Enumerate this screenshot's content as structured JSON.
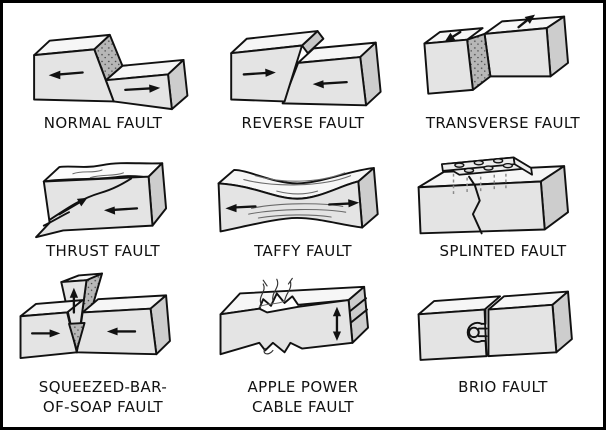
{
  "comic": {
    "type": "fault-diagram-grid",
    "rows": 3,
    "cols": 3
  },
  "panels": [
    {
      "id": "normal-fault",
      "lines": [
        "NORMAL FAULT"
      ]
    },
    {
      "id": "reverse-fault",
      "lines": [
        "REVERSE FAULT"
      ]
    },
    {
      "id": "transverse-fault",
      "lines": [
        "TRANSVERSE FAULT"
      ]
    },
    {
      "id": "thrust-fault",
      "lines": [
        "THRUST FAULT"
      ]
    },
    {
      "id": "taffy-fault",
      "lines": [
        "TAFFY FAULT"
      ]
    },
    {
      "id": "splinted-fault",
      "lines": [
        "SPLINTED FAULT"
      ]
    },
    {
      "id": "squeezed-bar-of-soap-fault",
      "lines": [
        "SQUEEZED-BAR-",
        "OF-SOAP FAULT"
      ]
    },
    {
      "id": "apple-power-cable-fault",
      "lines": [
        "APPLE POWER",
        "CABLE FAULT"
      ]
    },
    {
      "id": "brio-fault",
      "lines": [
        "BRIO FAULT"
      ]
    }
  ],
  "colors": {
    "background": "#ffffff",
    "border": "#000000",
    "outline": "#111111",
    "block_front": "#e4e4e4",
    "block_top": "#f6f6f6",
    "block_side": "#cdcdcd",
    "fault_surface": "#b7b7b7"
  }
}
